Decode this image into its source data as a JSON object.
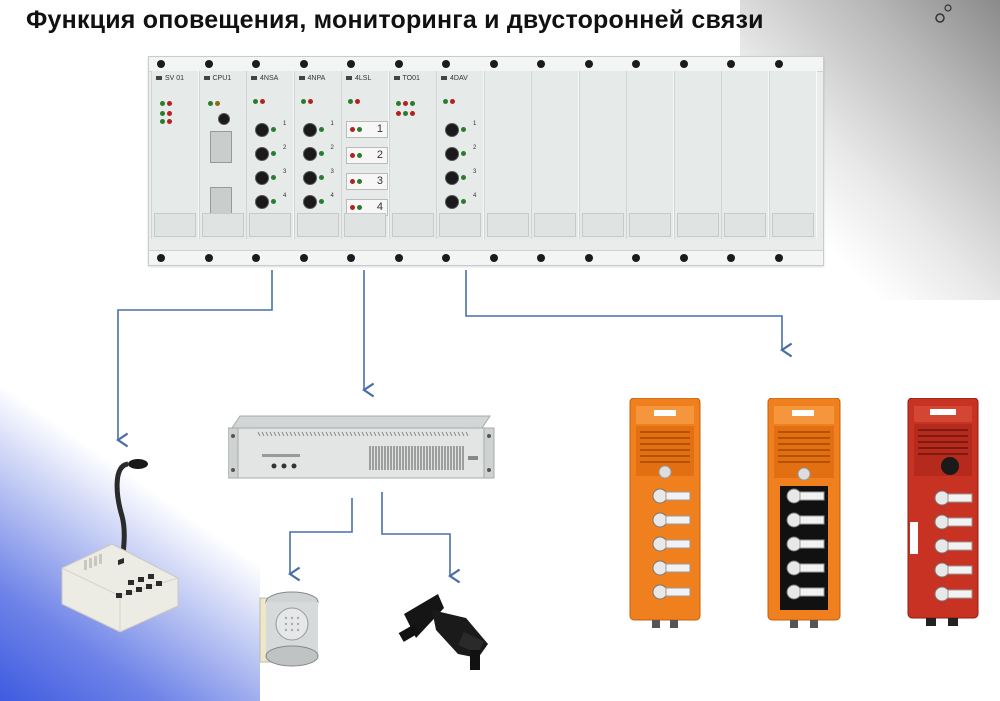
{
  "title": "Функция оповещения, мониторинга и двусторонней связи",
  "rack": {
    "cards": [
      {
        "label": "SV 01"
      },
      {
        "label": "CPU1"
      },
      {
        "label": "4NSA"
      },
      {
        "label": "4NPA"
      },
      {
        "label": "4LSL"
      },
      {
        "label": "TO01"
      },
      {
        "label": "4DAV"
      },
      {
        "label": ""
      },
      {
        "label": ""
      },
      {
        "label": ""
      },
      {
        "label": ""
      },
      {
        "label": ""
      },
      {
        "label": ""
      },
      {
        "label": ""
      }
    ],
    "channel_numbers": [
      "1",
      "2",
      "3",
      "4"
    ]
  },
  "devices": {
    "microphone": "microphone-console",
    "amplifier": "rack-amplifier",
    "speaker1": "horn-speaker-round",
    "speaker2": "horn-speaker-black",
    "callbox1": "orange-intercom-panel",
    "callbox2": "orange-intercom-panel-black-buttons",
    "callbox3": "red-intercom-panel"
  },
  "colors": {
    "arrow": "#4a6fa8",
    "orange_box": "#f0801e",
    "red_box": "#c83222",
    "rack_panel": "#e7ecea"
  }
}
